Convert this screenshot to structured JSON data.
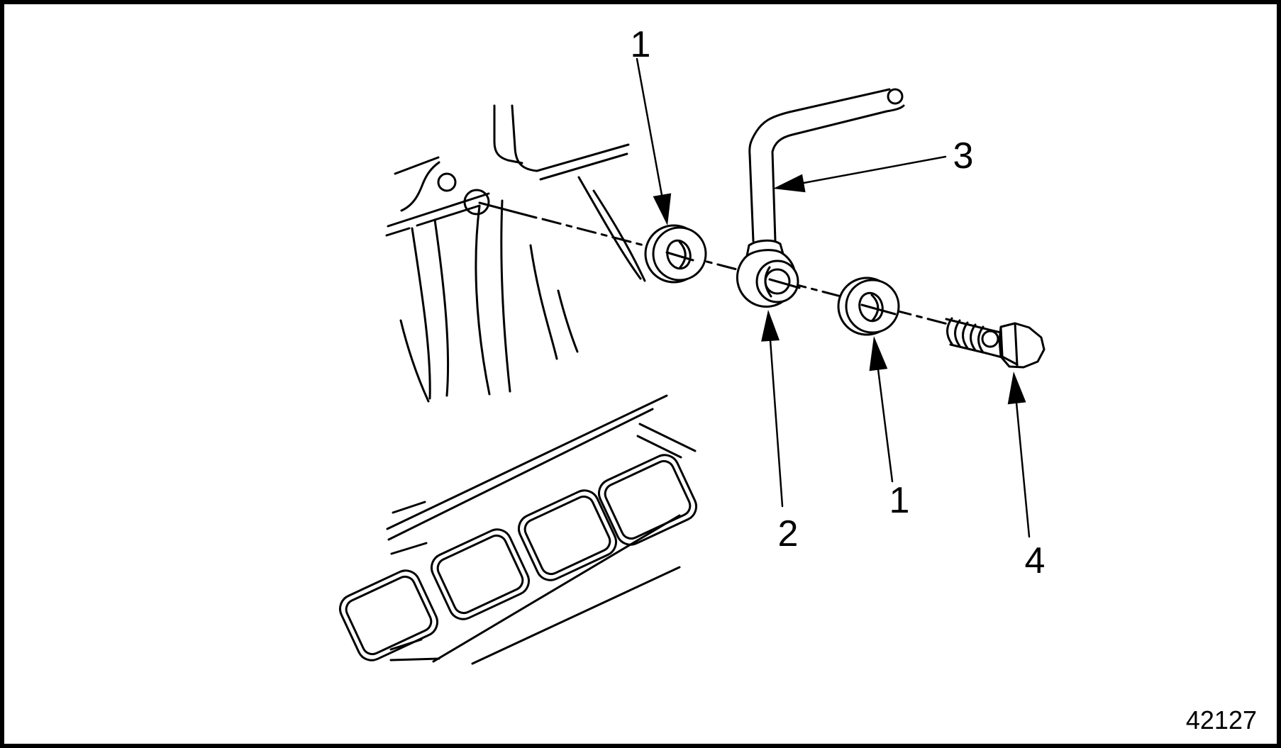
{
  "figure": {
    "callouts": [
      {
        "id": "callout-1-top",
        "label": "1"
      },
      {
        "id": "callout-3",
        "label": "3"
      },
      {
        "id": "callout-2",
        "label": "2"
      },
      {
        "id": "callout-1-bottom",
        "label": "1"
      },
      {
        "id": "callout-4",
        "label": "4"
      }
    ],
    "figure_number": "42127",
    "colors": {
      "line": "#000000",
      "background": "#ffffff"
    }
  }
}
